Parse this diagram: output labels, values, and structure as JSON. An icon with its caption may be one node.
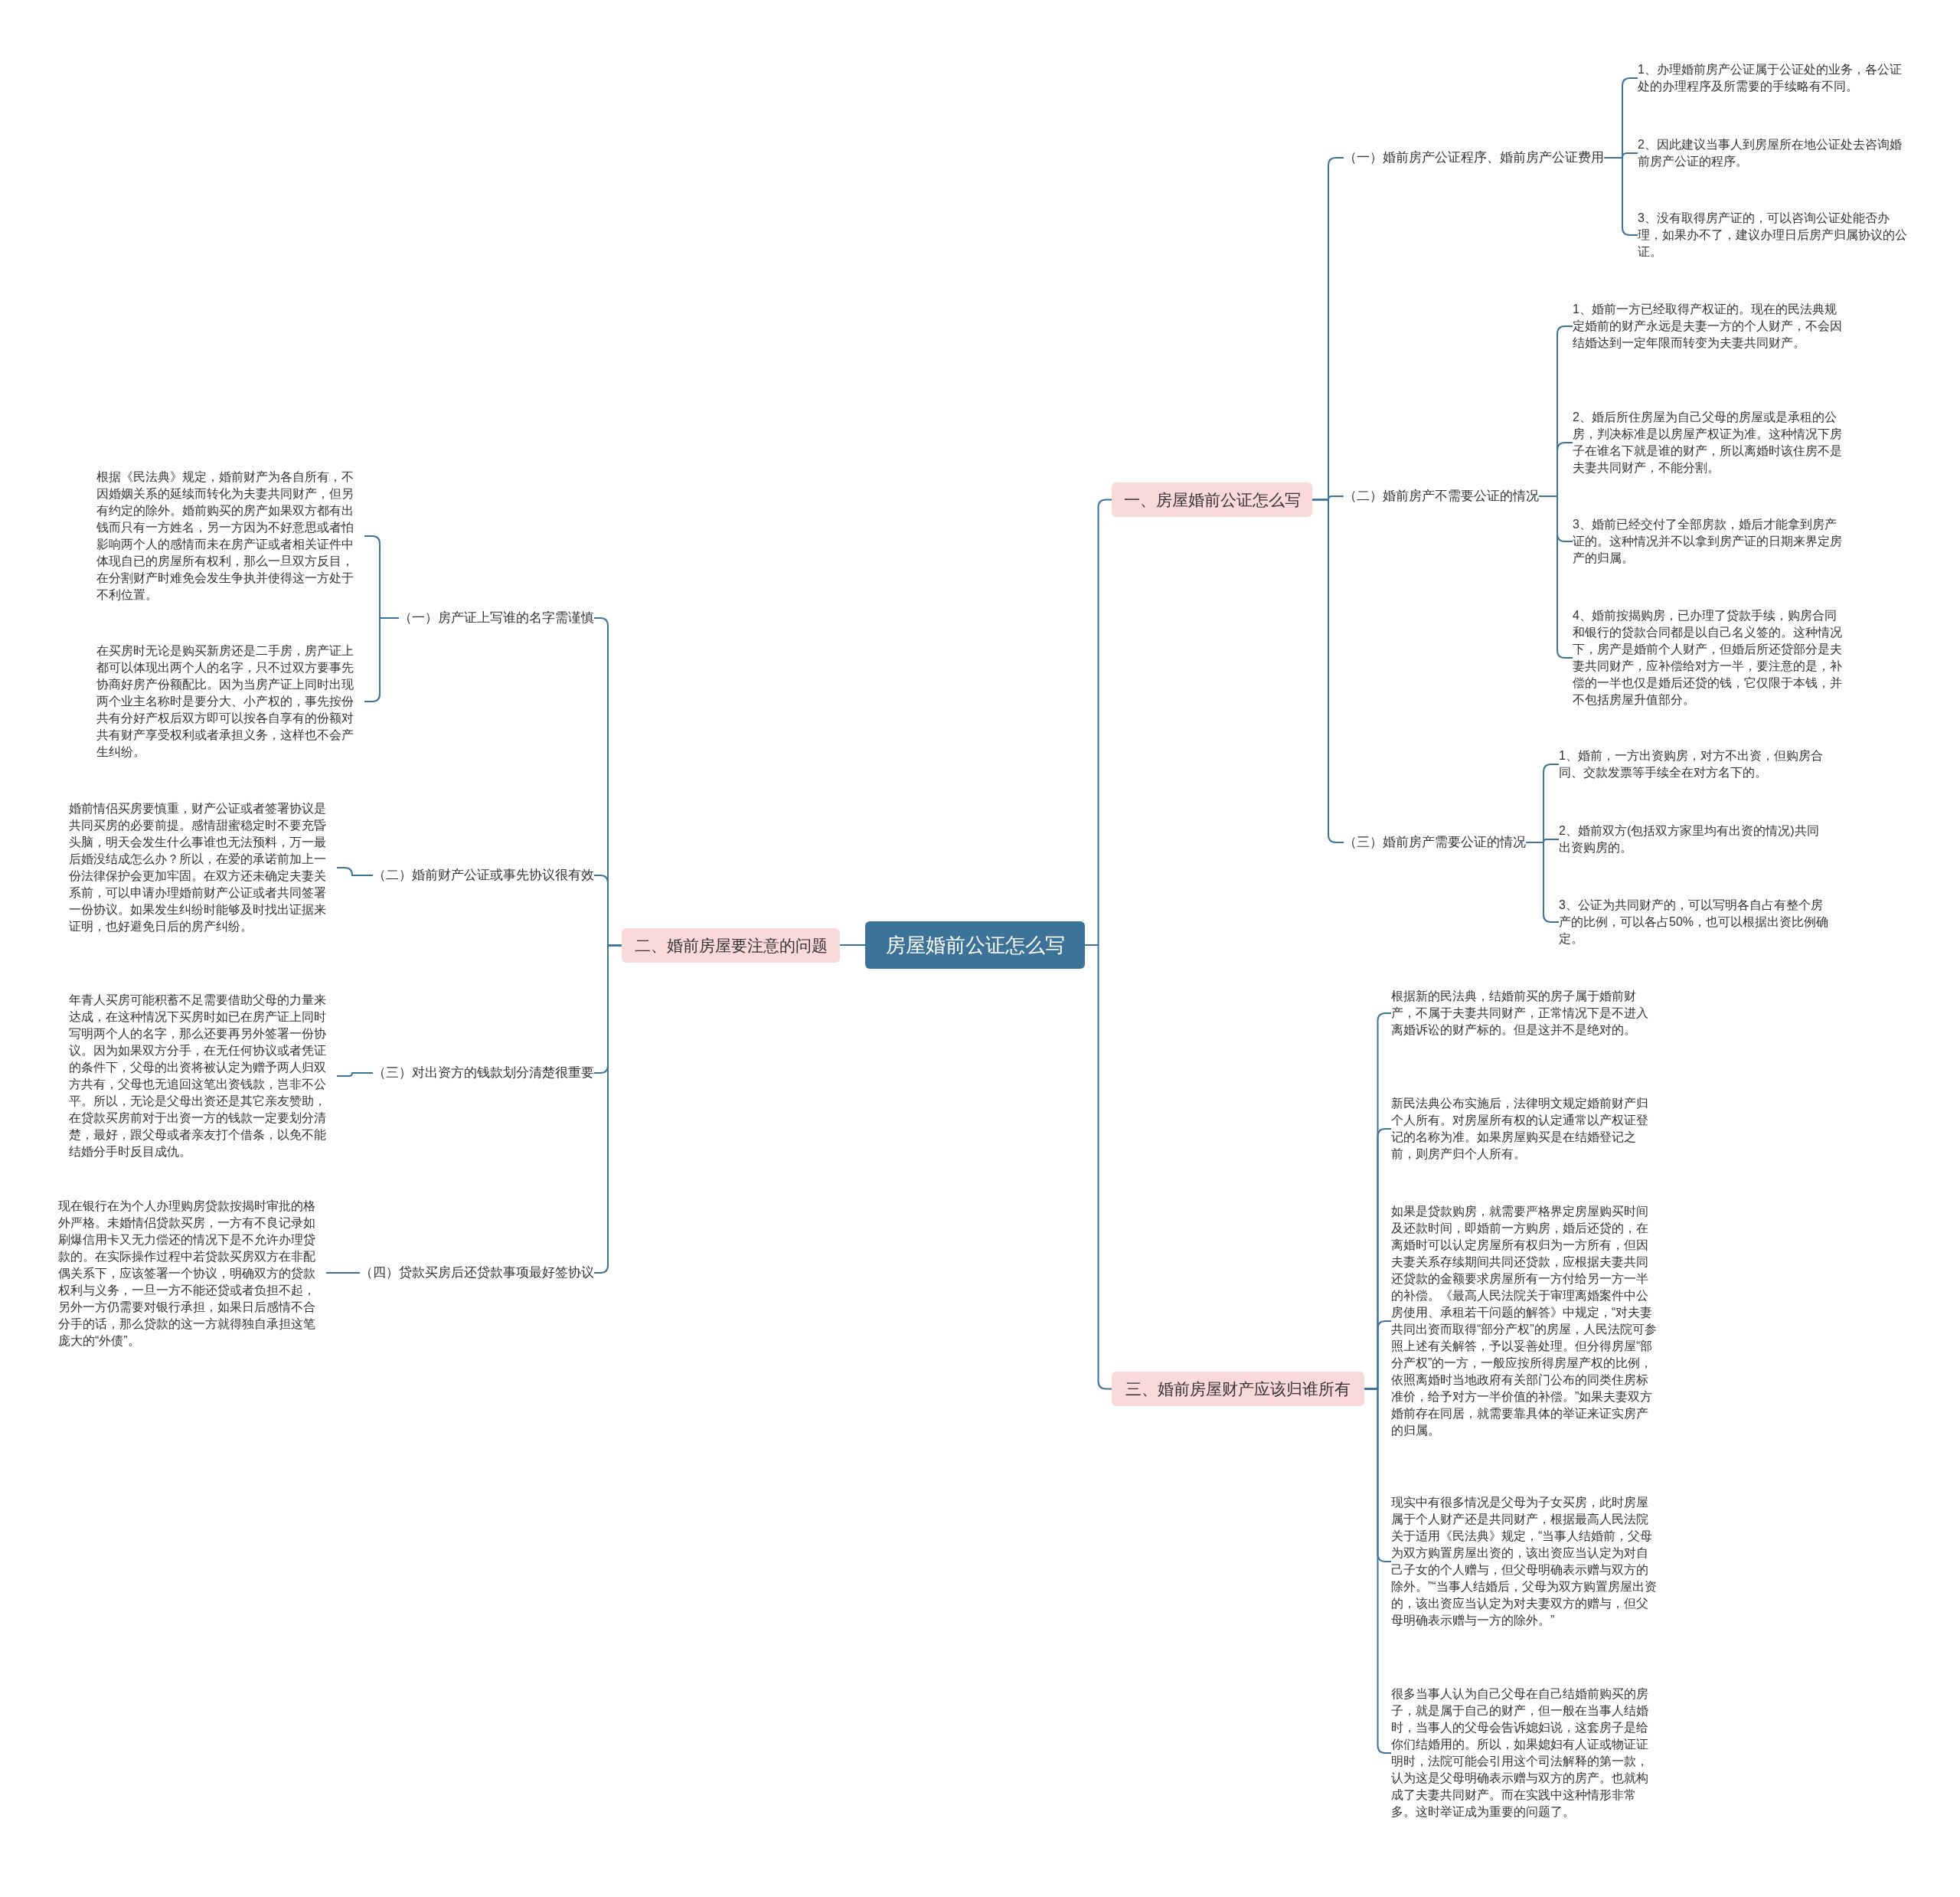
{
  "diagram": {
    "nodes": [
      {
        "text": [
          "房屋婚前公证怎么写"
        ]
      },
      {
        "text": [
          "一、房屋婚前公证怎么写"
        ]
      },
      {
        "text": [
          "（一）婚前房产公证程序、婚前房产公证费用"
        ]
      },
      {
        "text": [
          "1、办理婚前房产公证属于公证处的业务，各公证处的办理程序及所需要的手续略有不同。"
        ]
      },
      {
        "text": [
          "2、因此建议当事人到房屋所在地公证处去咨询婚前房产公证的程序。"
        ]
      },
      {
        "text": [
          "3、没有取得房产证的，可以咨询公证处能否办理，如果办不了，建议办理日后房产归属协议的公证。"
        ]
      },
      {
        "text": [
          "（二）婚前房产不需要公证的情况"
        ]
      },
      {
        "text": [
          "1、婚前一方已经取得产权证的。现在的民法典规定婚前的财产永远是夫妻一方的个人财产，不会因结婚达到一定年限而转变为夫妻共同财产。"
        ]
      },
      {
        "text": [
          "2、婚后所住房屋为自己父母的房屋或是承租的公房，判决标准是以房屋产权证为准。这种情况下房子在谁名下就是谁的财产，所以离婚时该住房不是夫妻共同财产，不能分割。"
        ]
      },
      {
        "text": [
          "3、婚前已经交付了全部房款，婚后才能拿到房产证的。这种情况并不以拿到房产证的日期来界定房产的归属。"
        ]
      },
      {
        "text": [
          "4、婚前按揭购房，已办理了贷款手续，购房合同和银行的贷款合同都是以自己名义签的。这种情况下，房产是婚前个人财产，但婚后所还贷部分是夫妻共同财产，应补偿给对方一半，要注意的是，补偿的一半也仅是婚后还贷的钱，它仅限于本钱，并不包括房屋升值部分。"
        ]
      },
      {
        "text": [
          "（三）婚前房产需要公证的情况"
        ]
      },
      {
        "text": [
          "1、婚前，一方出资购房，对方不出资，但购房合同、交款发票等手续全在对方名下的。"
        ]
      },
      {
        "text": [
          "2、婚前双方(包括双方家里均有出资的情况)共同出资购房的。"
        ]
      },
      {
        "text": [
          "3、公证为共同财产的，可以写明各自占有整个房产的比例，可以各占50%，也可以根据出资比例确定。"
        ]
      },
      {
        "text": [
          "三、婚前房屋财产应该归谁所有"
        ]
      },
      {
        "text": [
          "根据新的民法典，结婚前买的房子属于婚前财产，不属于夫妻共同财产，正常情况下是不进入离婚诉讼的财产标的。但是这并不是绝对的。"
        ]
      },
      {
        "text": [
          "新民法典公布实施后，法律明文规定婚前财产归个人所有。对房屋所有权的认定通常以产权证登记的名称为准。如果房屋购买是在结婚登记之前，则房产归个人所有。"
        ]
      },
      {
        "text": [
          "如果是贷款购房，就需要严格界定房屋购买时间及还款时间，即婚前一方购房，婚后还贷的，在离婚时可以认定房屋所有权归为一方所有，但因夫妻关系存续期间共同还贷款，应根据夫妻共同还贷款的金额要求房屋所有一方付给另一方一半的补偿。《最高人民法院关于审理离婚案件中公房使用、承租若干问题的解答》中规定，“对夫妻共同出资而取得“部分产权”的房屋，人民法院可参照上述有关解答，予以妥善处理。但分得房屋“部分产权”的一方，一般应按所得房屋产权的比例，依照离婚时当地政府有关部门公布的同类住房标准价，给予对方一半价值的补偿。”如果夫妻双方婚前存在同居，就需要靠具体的举证来证实房产的归属。"
        ]
      },
      {
        "text": [
          "现实中有很多情况是父母为子女买房，此时房屋属于个人财产还是共同财产，根据最高人民法院关于适用《民法典》规定，“当事人结婚前，父母为双方购置房屋出资的，该出资应当认定为对自己子女的个人赠与，但父母明确表示赠与双方的除外。”“当事人结婚后，父母为双方购置房屋出资的，该出资应当认定为对夫妻双方的赠与，但父母明确表示赠与一方的除外。”"
        ]
      },
      {
        "text": [
          "很多当事人认为自己父母在自己结婚前购买的房子，就是属于自己的财产，但一般在当事人结婚时，当事人的父母会告诉媳妇说，这套房子是给你们结婚用的。所以，如果媳妇有人证或物证证明时，法院可能会引用这个司法解释的第一款，认为这是父母明确表示赠与双方的房产。也就构成了夫妻共同财产。而在实践中这种情形非常多。这时举证成为重要的问题了。"
        ]
      },
      {
        "text": [
          "二、婚前房屋要注意的问题"
        ]
      },
      {
        "text": [
          "（一）房产证上写谁的名字需谨慎"
        ]
      },
      {
        "text": [
          "根据《民法典》规定，婚前财产为各自所有，不因婚姻关系的延续而转化为夫妻共同财产，但另有约定的除外。婚前购买的房产如果双方都有出钱而只有一方姓名，另一方因为不好意思或者怕影响两个人的感情而未在房产证或者相关证件中体现自已的房屋所有权利，那么一旦双方反目，在分割财产时难免会发生争执并使得这一方处于不利位置。"
        ]
      },
      {
        "text": [
          "在买房时无论是购买新房还是二手房，房产证上都可以体现出两个人的名字，只不过双方要事先协商好房产份额配比。因为当房产证上同时出现两个业主名称时是要分大、小产权的，事先按份共有分好产权后双方即可以按各自享有的份额对共有财产享受权利或者承担义务，这样也不会产生纠纷。"
        ]
      },
      {
        "text": [
          "（二）婚前财产公证或事先协议很有效"
        ]
      },
      {
        "text": [
          "婚前情侣买房要慎重，财产公证或者签署协议是共同买房的必要前提。感情甜蜜稳定时不要充昏头脑，明天会发生什么事谁也无法预料，万一最后婚没结成怎么办？所以，在爱的承诺前加上一份法律保护会更加牢固。在双方还未确定夫妻关系前，可以申请办理婚前财产公证或者共同签署一份协议。如果发生纠纷时能够及时找出证据来证明，也好避免日后的房产纠纷。"
        ]
      },
      {
        "text": [
          "（三）对出资方的钱款划分清楚很重要"
        ]
      },
      {
        "text": [
          "年青人买房可能积蓄不足需要借助父母的力量来达成，在这种情况下买房时如已在房产证上同时写明两个人的名字，那么还要再另外签署一份协议。因为如果双方分手，在无任何协议或者凭证的条件下，父母的出资将被认定为赠予两人归双方共有，父母也无追回这笔出资钱款，岂非不公平。所以，无论是父母出资还是其它亲友赞助，在贷款买房前对于出资一方的钱款一定要划分清楚，最好，跟父母或者亲友打个借条，以免不能结婚分手时反目成仇。"
        ]
      },
      {
        "text": [
          "（四）贷款买房后还贷款事项最好签协议"
        ]
      },
      {
        "text": [
          "现在银行在为个人办理购房贷款按揭时审批的格外严格。未婚情侣贷款买房，一方有不良记录如刷爆信用卡又无力偿还的情况下是不允许办理贷款的。在实际操作过程中若贷款买房双方在非配偶关系下，应该签署一个协议，明确双方的贷款权利与义务，一旦一方不能还贷或者负担不起，另外一方仍需要对银行承担，如果日后感情不合分手的话，那么贷款的这一方就得独自承担这笔庞大的“外债”。"
        ]
      }
    ],
    "edges": [
      {
        "from": 0,
        "to": 1,
        "arrow": "none"
      },
      {
        "from": 1,
        "to": 2,
        "arrow": "none"
      },
      {
        "from": 2,
        "to": 3,
        "arrow": "none"
      },
      {
        "from": 2,
        "to": 4,
        "arrow": "none"
      },
      {
        "from": 2,
        "to": 5,
        "arrow": "none"
      },
      {
        "from": 1,
        "to": 6,
        "arrow": "none"
      },
      {
        "from": 6,
        "to": 7,
        "arrow": "none"
      },
      {
        "from": 6,
        "to": 8,
        "arrow": "none"
      },
      {
        "from": 6,
        "to": 9,
        "arrow": "none"
      },
      {
        "from": 6,
        "to": 10,
        "arrow": "none"
      },
      {
        "from": 1,
        "to": 11,
        "arrow": "none"
      },
      {
        "from": 11,
        "to": 12,
        "arrow": "none"
      },
      {
        "from": 11,
        "to": 13,
        "arrow": "none"
      },
      {
        "from": 11,
        "to": 14,
        "arrow": "none"
      },
      {
        "from": 0,
        "to": 15,
        "arrow": "none"
      },
      {
        "from": 15,
        "to": 16,
        "arrow": "none"
      },
      {
        "from": 15,
        "to": 17,
        "arrow": "none"
      },
      {
        "from": 15,
        "to": 18,
        "arrow": "none"
      },
      {
        "from": 15,
        "to": 19,
        "arrow": "none"
      },
      {
        "from": 15,
        "to": 20,
        "arrow": "none"
      },
      {
        "from": 0,
        "to": 21,
        "arrow": "none"
      },
      {
        "from": 21,
        "to": 22,
        "arrow": "none"
      },
      {
        "from": 22,
        "to": 23,
        "arrow": "none"
      },
      {
        "from": 22,
        "to": 24,
        "arrow": "none"
      },
      {
        "from": 21,
        "to": 25,
        "arrow": "none"
      },
      {
        "from": 25,
        "to": 26,
        "arrow": "none"
      },
      {
        "from": 21,
        "to": 27,
        "arrow": "none"
      },
      {
        "from": 27,
        "to": 28,
        "arrow": "none"
      },
      {
        "from": 21,
        "to": 29,
        "arrow": "none"
      },
      {
        "from": 29,
        "to": 30,
        "arrow": "none"
      }
    ]
  }
}
